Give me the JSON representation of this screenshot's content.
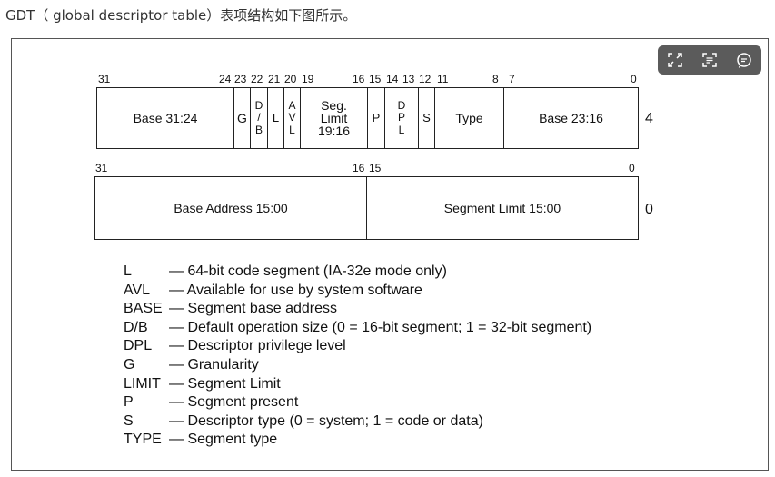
{
  "heading": "GDT（ global descriptor table）表项结构如下图所示。",
  "toolbar": {
    "icons": [
      "fullscreen-icon",
      "ocr-text-icon",
      "comment-icon"
    ]
  },
  "diagram": {
    "upper_bits": [
      "31",
      "24",
      "23",
      "22",
      "21",
      "20",
      "19",
      "16",
      "15",
      "14",
      "13",
      "12",
      "11",
      "8",
      "7",
      "0"
    ],
    "upper_fields": {
      "base_31_24": "Base 31:24",
      "g": "G",
      "db": [
        "D",
        "/",
        "B"
      ],
      "l": "L",
      "avl": [
        "A",
        "V",
        "L"
      ],
      "seg_limit": [
        "Seg.",
        "Limit",
        "19:16"
      ],
      "p": "P",
      "dpl": [
        "D",
        "P",
        "L"
      ],
      "s": "S",
      "type": "Type",
      "base_23_16": "Base 23:16"
    },
    "upper_row_label": "4",
    "lower_bits": [
      "31",
      "16",
      "15",
      "0"
    ],
    "lower_fields": {
      "base_address": "Base Address 15:00",
      "segment_limit": "Segment Limit 15:00"
    },
    "lower_row_label": "0"
  },
  "legend": [
    {
      "term": "L",
      "desc": "— 64-bit code segment (IA-32e mode only)"
    },
    {
      "term": "AVL",
      "desc": "— Available for use by system software"
    },
    {
      "term": "BASE",
      "desc": "— Segment base address"
    },
    {
      "term": "D/B",
      "desc": "— Default operation size (0 = 16-bit segment; 1 = 32-bit segment)"
    },
    {
      "term": "DPL",
      "desc": "— Descriptor privilege level"
    },
    {
      "term": "G",
      "desc": "— Granularity"
    },
    {
      "term": "LIMIT",
      "desc": "— Segment Limit"
    },
    {
      "term": "P",
      "desc": "— Segment present"
    },
    {
      "term": "S",
      "desc": "— Descriptor type (0 = system; 1 = code or data)"
    },
    {
      "term": "TYPE",
      "desc": "— Segment type"
    }
  ]
}
